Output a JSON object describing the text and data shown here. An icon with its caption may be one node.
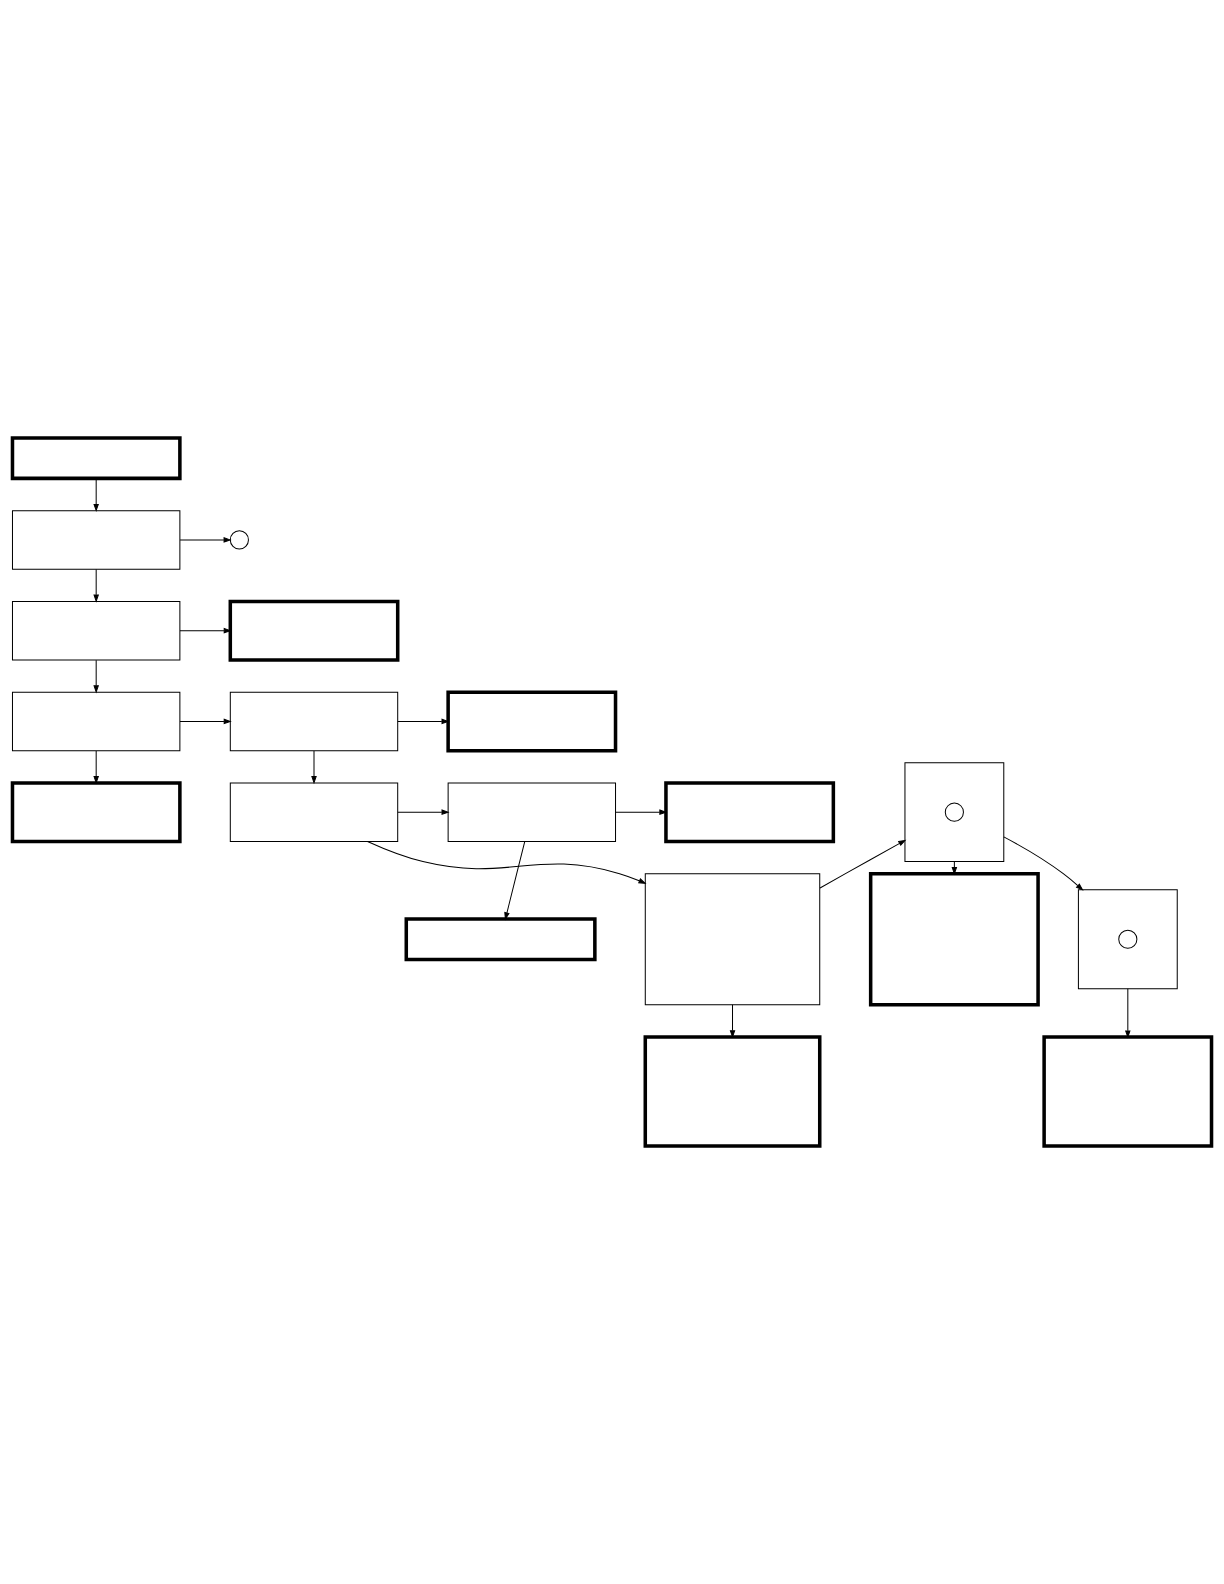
{
  "diagram": {
    "nodes": [
      {
        "text": [],
        "shape": "box"
      },
      {
        "text": [],
        "shape": "box"
      },
      {
        "text": [],
        "shape": "circle"
      },
      {
        "text": [],
        "shape": "box"
      },
      {
        "text": [],
        "shape": "box"
      },
      {
        "text": [],
        "shape": "box"
      },
      {
        "text": [],
        "shape": "box"
      },
      {
        "text": [],
        "shape": "box"
      },
      {
        "text": [],
        "shape": "box"
      },
      {
        "text": [],
        "shape": "box"
      },
      {
        "text": [],
        "shape": "box"
      },
      {
        "text": [],
        "shape": "box"
      },
      {
        "text": [],
        "shape": "box"
      },
      {
        "text": [],
        "shape": "box"
      },
      {
        "text": [],
        "shape": "box"
      },
      {
        "text": [],
        "shape": "circle",
        "in": 14
      },
      {
        "text": [],
        "shape": "box"
      },
      {
        "text": [],
        "shape": "box"
      },
      {
        "text": [],
        "shape": "box"
      },
      {
        "text": [],
        "shape": "circle",
        "in": 18
      },
      {
        "text": [],
        "shape": "box"
      }
    ],
    "edges": [
      {
        "from": 0,
        "to": 1,
        "arrow": "to"
      },
      {
        "from": 1,
        "to": 2,
        "arrow": "to"
      },
      {
        "from": 1,
        "to": 3,
        "arrow": "to"
      },
      {
        "from": 3,
        "to": 4,
        "arrow": "to"
      },
      {
        "from": 3,
        "to": 5,
        "arrow": "to"
      },
      {
        "from": 5,
        "to": 6,
        "arrow": "to"
      },
      {
        "from": 5,
        "to": 8,
        "arrow": "to"
      },
      {
        "from": 6,
        "to": 7,
        "arrow": "to"
      },
      {
        "from": 6,
        "to": 9,
        "arrow": "to"
      },
      {
        "from": 9,
        "to": 10,
        "arrow": "to"
      },
      {
        "from": 9,
        "to": 13,
        "arrow": "to"
      },
      {
        "from": 10,
        "to": 11,
        "arrow": "to"
      },
      {
        "from": 10,
        "to": 12,
        "arrow": "to"
      },
      {
        "from": 13,
        "to": 14,
        "arrow": "to"
      },
      {
        "from": 13,
        "to": 17,
        "arrow": "to"
      },
      {
        "from": 14,
        "to": 16,
        "arrow": "to"
      },
      {
        "from": 14,
        "to": 18,
        "arrow": "to"
      },
      {
        "from": 18,
        "to": 20,
        "arrow": "to"
      }
    ]
  }
}
